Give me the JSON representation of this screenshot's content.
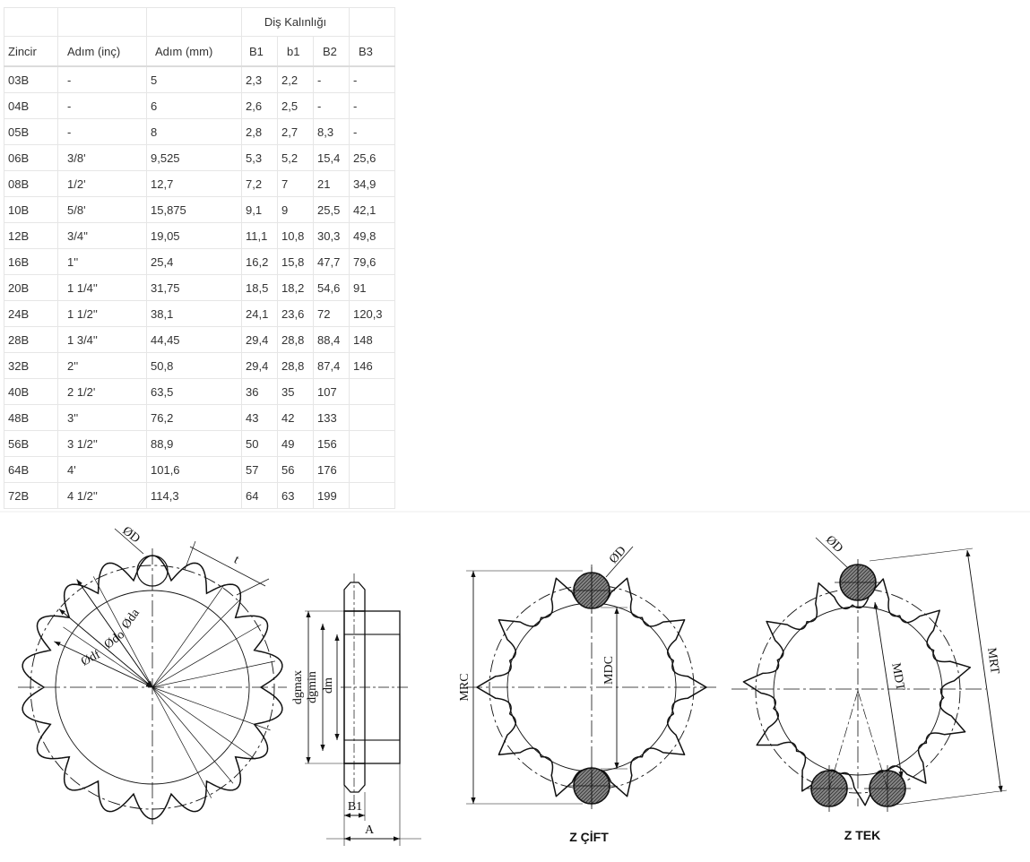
{
  "table": {
    "group_header": "Diş Kalınlığı",
    "columns": [
      "Zincir",
      "Adım (inç)",
      "Adım (mm)",
      "B1",
      "b1",
      "B2",
      "B3"
    ],
    "rows": [
      [
        "03B",
        "-",
        "5",
        "2,3",
        "2,2",
        "-",
        "-"
      ],
      [
        "04B",
        "-",
        "6",
        "2,6",
        "2,5",
        "-",
        "-"
      ],
      [
        "05B",
        "-",
        "8",
        "2,8",
        "2,7",
        "8,3",
        "-"
      ],
      [
        "06B",
        "3/8'",
        "9,525",
        "5,3",
        "5,2",
        "15,4",
        "25,6"
      ],
      [
        "08B",
        "1/2'",
        "12,7",
        "7,2",
        "7",
        "21",
        "34,9"
      ],
      [
        "10B",
        "5/8'",
        "15,875",
        "9,1",
        "9",
        "25,5",
        "42,1"
      ],
      [
        "12B",
        "3/4''",
        "19,05",
        "11,1",
        "10,8",
        "30,3",
        "49,8"
      ],
      [
        "16B",
        "1''",
        "25,4",
        "16,2",
        "15,8",
        "47,7",
        "79,6"
      ],
      [
        "20B",
        "1 1/4''",
        "31,75",
        "18,5",
        "18,2",
        "54,6",
        "91"
      ],
      [
        "24B",
        "1 1/2''",
        "38,1",
        "24,1",
        "23,6",
        "72",
        "120,3"
      ],
      [
        "28B",
        "1 3/4''",
        "44,45",
        "29,4",
        "28,8",
        "88,4",
        "148"
      ],
      [
        "32B",
        "2''",
        "50,8",
        "29,4",
        "28,8",
        "87,4",
        "146"
      ],
      [
        "40B",
        "2 1/2'",
        "63,5",
        "36",
        "35",
        "107",
        ""
      ],
      [
        "48B",
        "3''",
        "76,2",
        "43",
        "42",
        "133",
        ""
      ],
      [
        "56B",
        "3 1/2''",
        "88,9",
        "50",
        "49",
        "156",
        ""
      ],
      [
        "64B",
        "4'",
        "101,6",
        "57",
        "56",
        "176",
        ""
      ],
      [
        "72B",
        "4 1/2''",
        "114,3",
        "64",
        "63",
        "199",
        ""
      ]
    ]
  },
  "drawings": {
    "front": {
      "d_label": "ØD",
      "da_label": "Øda",
      "do_label": "Ødo",
      "df_label": "Ødf",
      "t_label": "t",
      "teeth": 18
    },
    "side": {
      "dgmax_label": "dgmax",
      "dgmin_label": "dgmin",
      "dm_label": "dm",
      "b1_label": "B1",
      "a_label": "A"
    },
    "even": {
      "caption": "Z ÇİFT",
      "d_label": "ØD",
      "mrc_label": "MRC",
      "mdc_label": "MDC",
      "teeth": 10
    },
    "odd": {
      "caption": "Z TEK",
      "d_label": "ØD",
      "mrt_label": "MRT",
      "mdt_label": "MDT",
      "teeth": 11
    }
  }
}
